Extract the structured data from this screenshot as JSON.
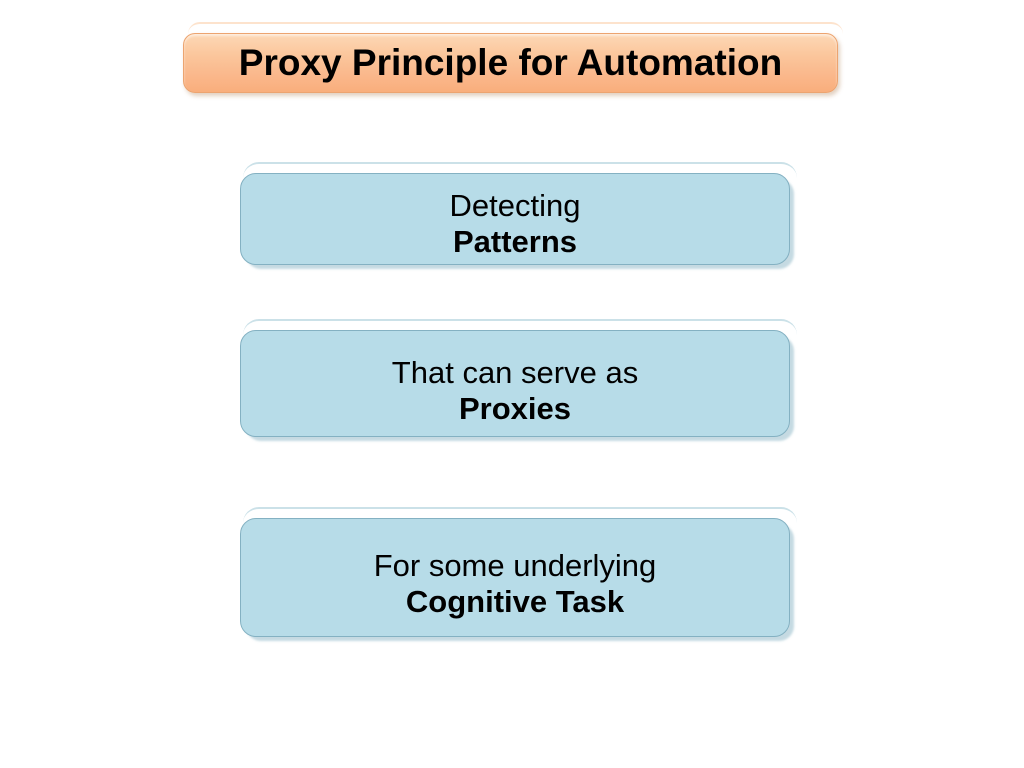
{
  "slide": {
    "title": "Proxy Principle for Automation",
    "boxes": [
      {
        "line1": "Detecting",
        "line2": "Patterns"
      },
      {
        "line1": "That can serve as",
        "line2": "Proxies"
      },
      {
        "line1": "For some underlying",
        "line2": "Cognitive Task"
      }
    ],
    "colors": {
      "background": "#ffffff",
      "title_fill_top": "#fdd8b6",
      "title_fill_bottom": "#f9ae7c",
      "title_border": "#eca470",
      "box_fill": "#b7dce8",
      "box_border": "#84b1c2",
      "text": "#000000"
    }
  }
}
